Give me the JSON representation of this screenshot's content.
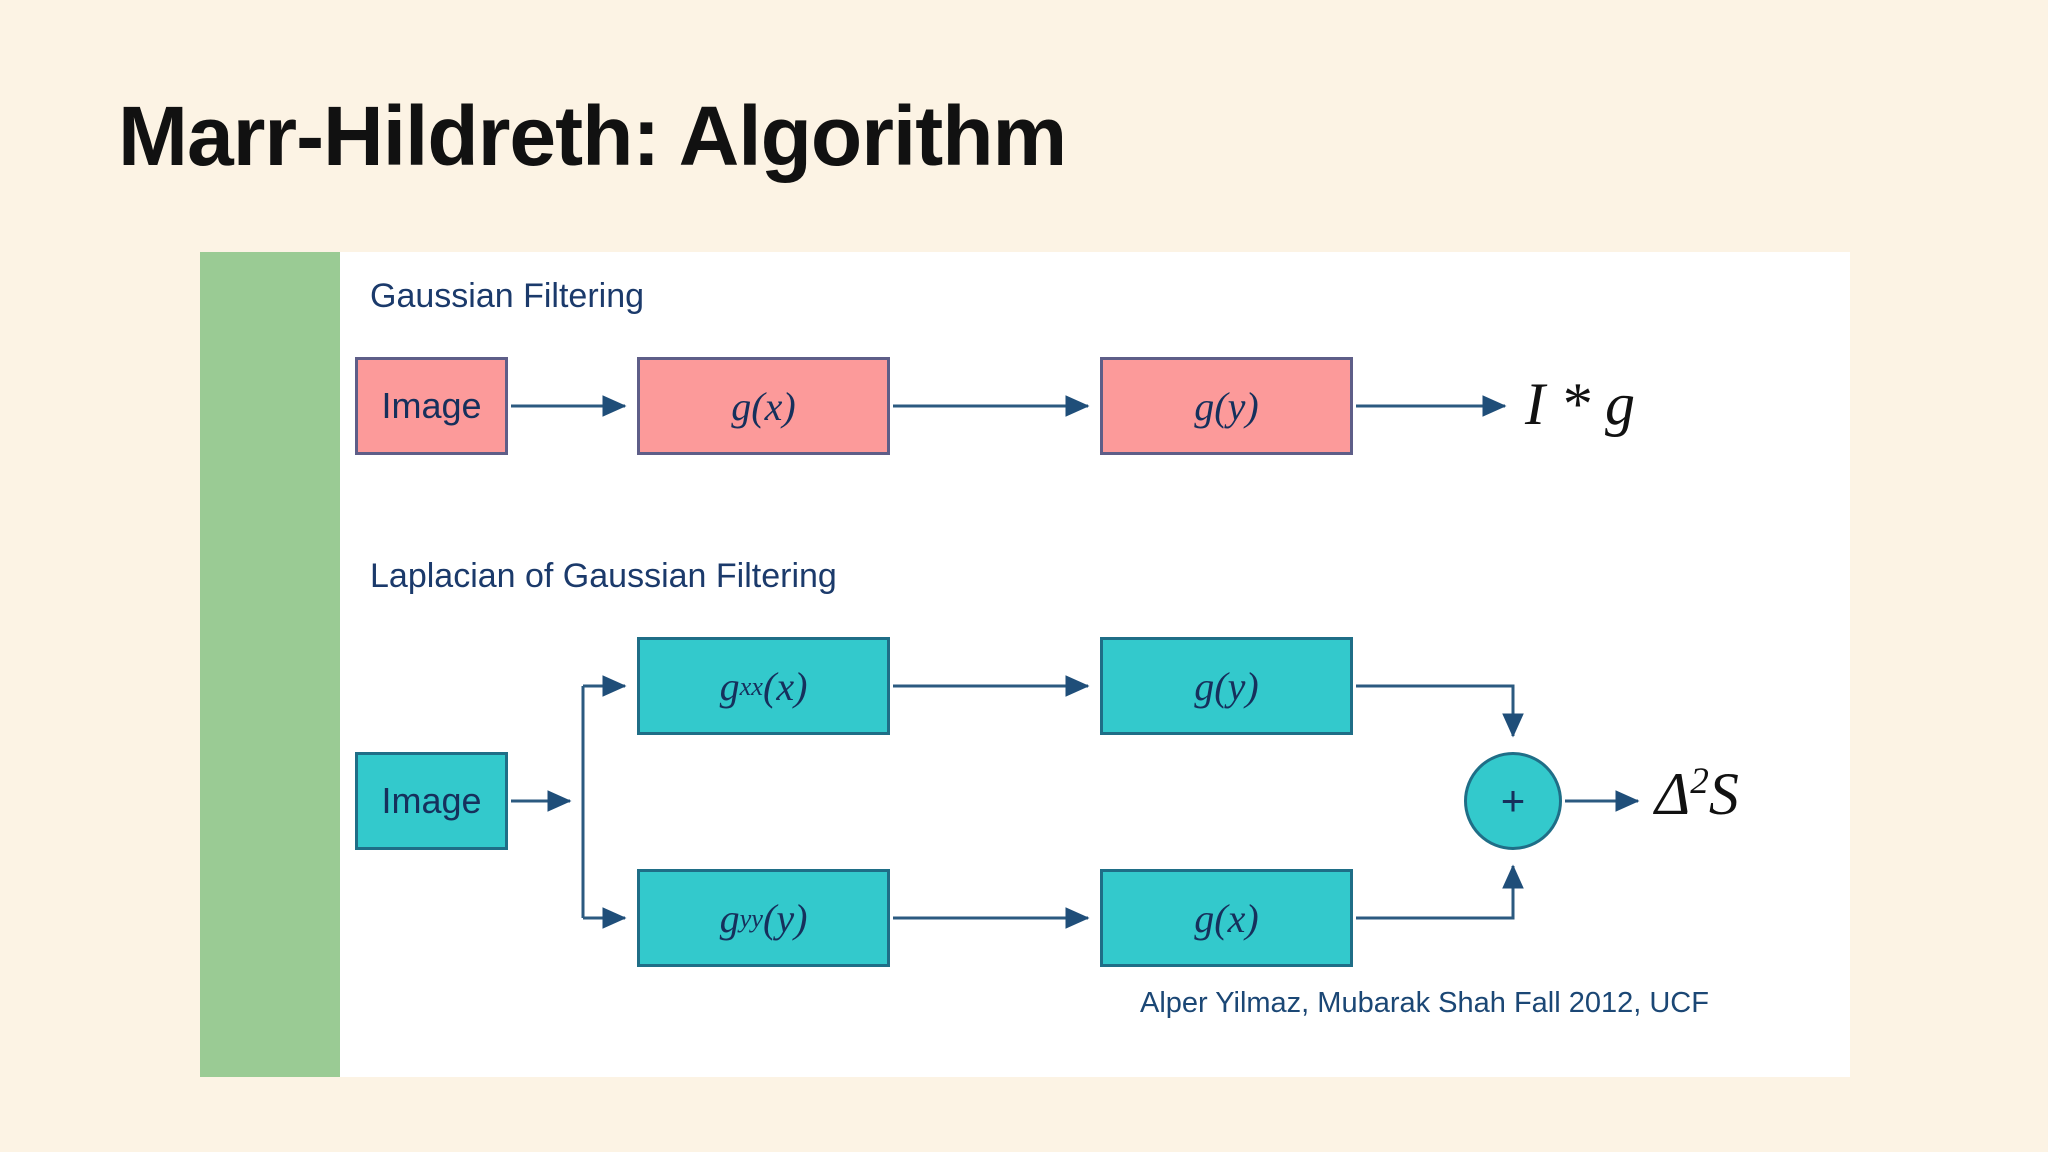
{
  "slide": {
    "title": "Marr-Hildreth: Algorithm",
    "background_color": "#FCF3E4",
    "accent_green": "#9ACB94",
    "panel_background": "#FFFFFF"
  },
  "diagram": {
    "sections": [
      {
        "id": "gaussian",
        "label": "Gaussian Filtering"
      },
      {
        "id": "log",
        "label": "Laplacian of Gaussian Filtering"
      }
    ],
    "gaussian_row": {
      "nodes": [
        {
          "id": "image-1",
          "label": "Image",
          "fill": "#FC9A9A",
          "border": "#5E5E88"
        },
        {
          "id": "gx-1",
          "label": "g(x)",
          "fill": "#FC9A9A",
          "border": "#5E5E88"
        },
        {
          "id": "gy-1",
          "label": "g(y)",
          "fill": "#FC9A9A",
          "border": "#5E5E88"
        }
      ],
      "output": "I * g"
    },
    "log_rows": {
      "source": {
        "id": "image-2",
        "label": "Image",
        "fill": "#33C9CC",
        "border": "#1F6E87"
      },
      "top_branch": [
        {
          "id": "gxx",
          "base": "g",
          "subscript": "xx",
          "arg": "(x)",
          "fill": "#33C9CC"
        },
        {
          "id": "gy-2",
          "base": "g",
          "subscript": "",
          "arg": "(y)",
          "fill": "#33C9CC"
        }
      ],
      "bottom_branch": [
        {
          "id": "gyy",
          "base": "g",
          "subscript": "yy",
          "arg": "(y)",
          "fill": "#33C9CC"
        },
        {
          "id": "gx-2",
          "base": "g",
          "subscript": "",
          "arg": "(x)",
          "fill": "#33C9CC"
        }
      ],
      "sum_node": {
        "id": "sum",
        "label": "+",
        "fill": "#33C9CC",
        "border": "#1F6E87"
      },
      "output_base": "Δ",
      "output_exponent": "2",
      "output_operand": "S"
    },
    "connector_color": "#2B5A80",
    "attribution": "Alper Yilmaz, Mubarak Shah Fall 2012, UCF"
  }
}
